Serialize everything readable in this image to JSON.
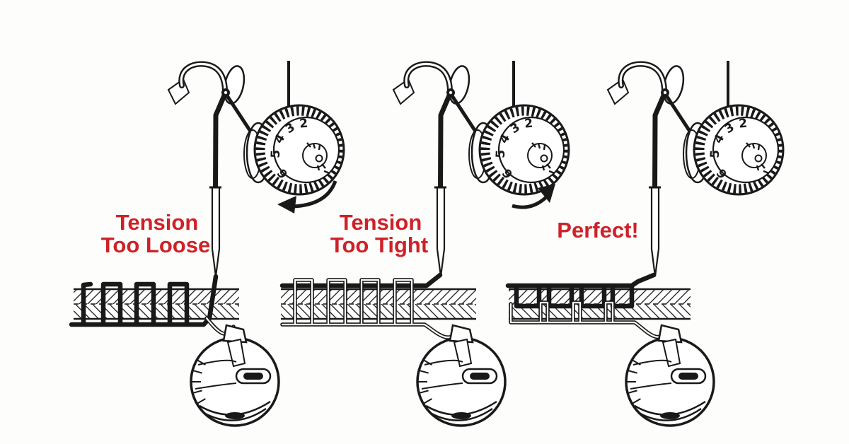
{
  "colors": {
    "label_red": "#ce2128",
    "ink": "#191919",
    "background": "#fdfdfc"
  },
  "dial": {
    "numbers": [
      "2",
      "3",
      "4",
      "5",
      "6"
    ]
  },
  "panels": [
    {
      "id": "tension-too-loose",
      "label_line1": "Tension",
      "label_line2": "Too Loose"
    },
    {
      "id": "tension-too-tight",
      "label_line1": "Tension",
      "label_line2": "Too Tight"
    },
    {
      "id": "perfect",
      "label_line1": "Perfect!",
      "label_line2": ""
    }
  ]
}
